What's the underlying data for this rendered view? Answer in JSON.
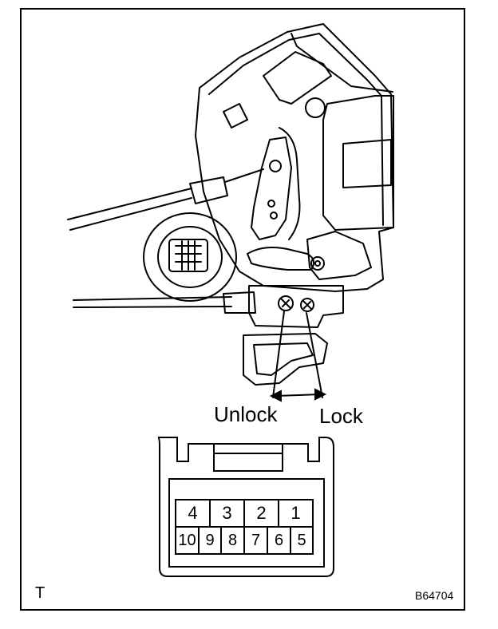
{
  "labels": {
    "unlock": "Unlock",
    "lock": "Lock",
    "corner_mark": "T",
    "figure_code": "B64704"
  },
  "connector": {
    "top_row": [
      "4",
      "3",
      "2",
      "1"
    ],
    "bottom_row": [
      "10",
      "9",
      "8",
      "7",
      "6",
      "5"
    ]
  }
}
